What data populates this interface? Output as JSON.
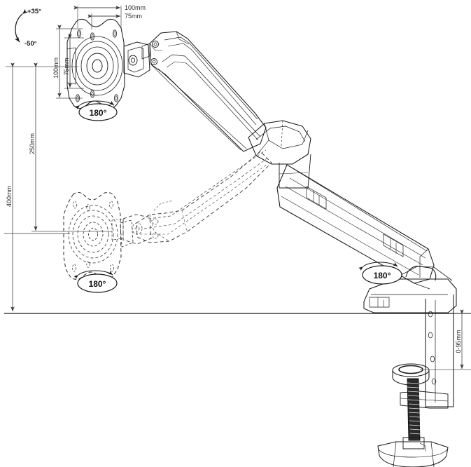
{
  "diagram": {
    "title": "Gas spring monitor arm with desk clamp - dimensional drawing",
    "background_color": "#ffffff",
    "line_color": "#1a1a1a",
    "dim_line_color": "#5a5a5a",
    "ghost_color": "#3a3a3a"
  },
  "tilt_indicator": {
    "name": "tilt-range",
    "up_label": "+35°",
    "down_label": "-50°"
  },
  "vesa": {
    "horizontal": {
      "outer_label": "100mm",
      "inner_label": "75mm"
    },
    "vertical": {
      "outer_label": "100mm",
      "inner_label": "75mm"
    }
  },
  "height_range": {
    "total_label": "400mm",
    "travel_label": "250mm"
  },
  "clamp": {
    "thickness_label": "0-95mm"
  },
  "rotation_badges": [
    {
      "id": "upper-monitor-rotation",
      "label": "180°"
    },
    {
      "id": "lower-monitor-rotation",
      "label": "180°"
    },
    {
      "id": "base-rotation",
      "label": "180°"
    }
  ]
}
